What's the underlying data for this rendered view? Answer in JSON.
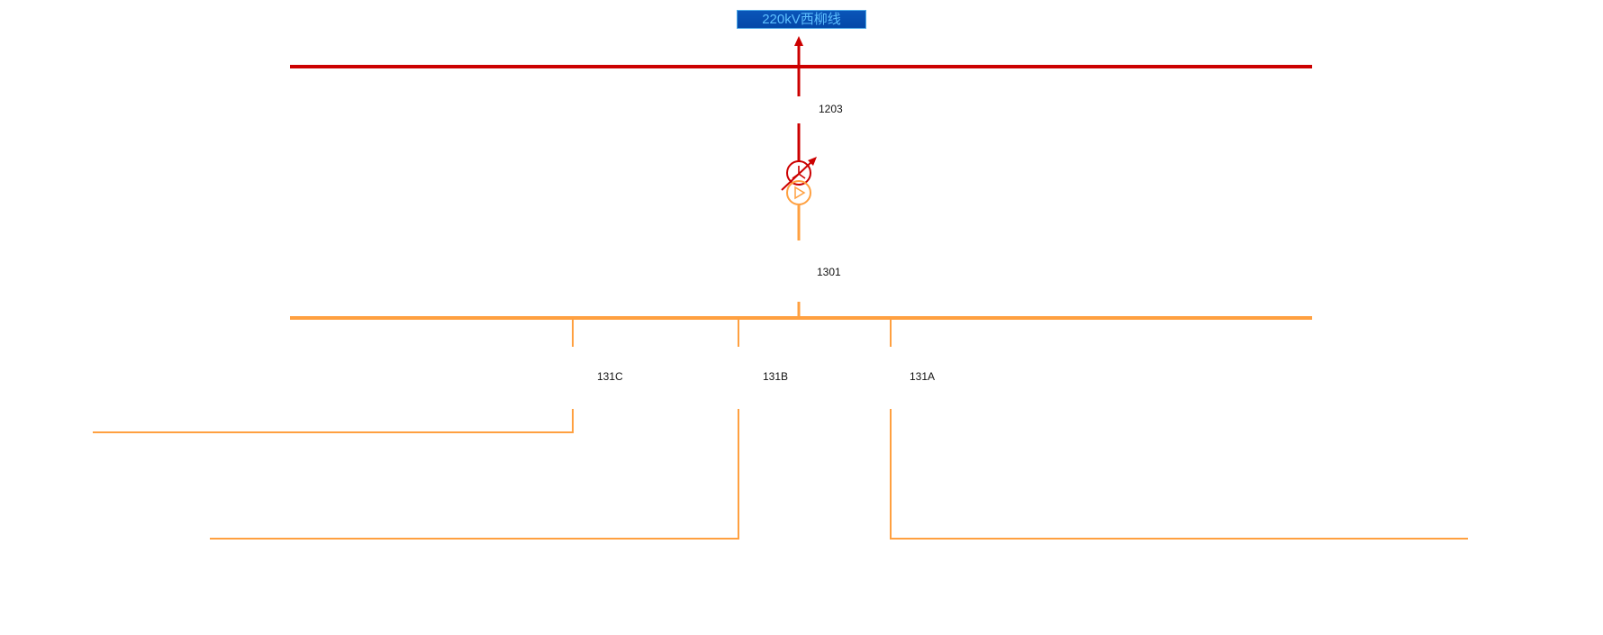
{
  "line_label": "220kV西柳线",
  "switches": {
    "hv": "1203",
    "lv": "1301"
  },
  "feeders": [
    "131C",
    "131B",
    "131A"
  ],
  "colors": {
    "hv": "#cc0000",
    "lv": "#ffa040",
    "title_bg": "#0448a8",
    "title_text": "#5ec0ff"
  }
}
